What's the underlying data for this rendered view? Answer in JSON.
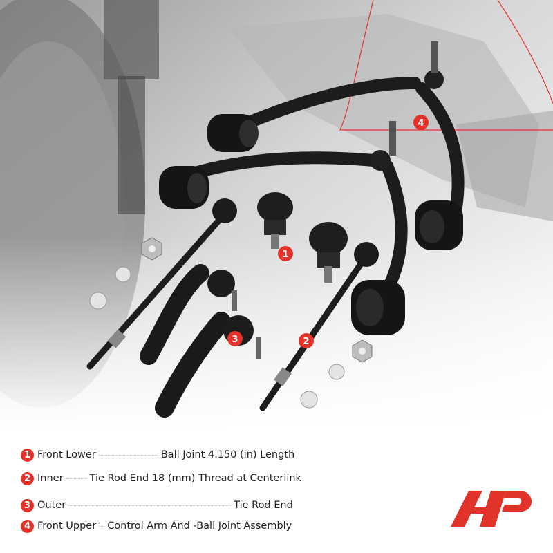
{
  "callouts": [
    "1",
    "2",
    "3",
    "4"
  ],
  "legend": [
    {
      "num": "1",
      "name": "Front Lower",
      "desc": "Ball Joint 4.150 (in) Length"
    },
    {
      "num": "2",
      "name": "Inner",
      "desc": "Tie Rod End 18 (mm) Thread at Centerlink"
    },
    {
      "num": "3",
      "name": "Outer",
      "desc": "Tie Rod End"
    },
    {
      "num": "4",
      "name": "Front Upper",
      "desc": "Control Arm And -Ball Joint Assembly"
    }
  ],
  "colors": {
    "accent": "#e2332a",
    "part": "#1c1c1c",
    "background": "#f2f2f2"
  },
  "logo_icon": "a-premium-logo-icon"
}
